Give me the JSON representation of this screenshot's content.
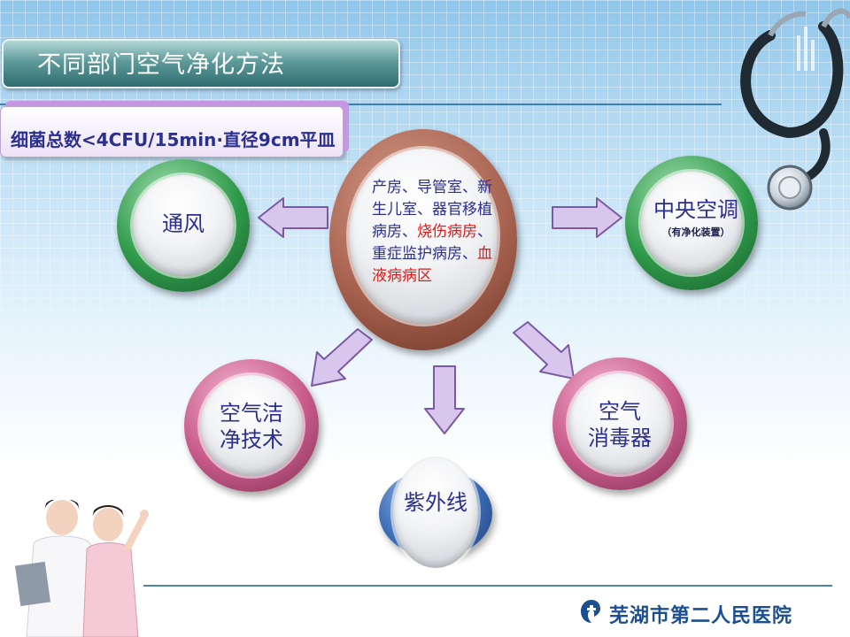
{
  "slide": {
    "title": "不同部门空气净化方法",
    "subtitle": "细菌总数<4CFU/15min·直径9cm平皿"
  },
  "center": {
    "segments": [
      {
        "text": "产房、导管室、新生儿室、器官移植病房、",
        "color": "#2b2f8e"
      },
      {
        "text": "烧伤病房",
        "color": "#e01818"
      },
      {
        "text": "、重症监护病房、",
        "color": "#2b2f8e"
      },
      {
        "text": "血液病病区",
        "color": "#e01818"
      }
    ]
  },
  "nodes": {
    "ventilation": {
      "label": "通风"
    },
    "central_ac": {
      "label": "中央空调",
      "note": "（有净化装置）"
    },
    "air_clean": {
      "label_line1": "空气洁",
      "label_line2": "净技术"
    },
    "air_disinfector": {
      "label_line1": "空气",
      "label_line2": "消毒器"
    },
    "uv": {
      "label": "紫外线"
    }
  },
  "footer": {
    "hospital_name": "芜湖市第二人民医院"
  },
  "colors": {
    "label_text": "#2b2f8e",
    "highlight": "#e01818",
    "green_ring": "#2f9a4a",
    "pink_ring": "#c85a8a",
    "brown_ring": "#8a4a3a",
    "arrow_fill": "#d9c6ec",
    "arrow_stroke": "#7b5aa3"
  }
}
